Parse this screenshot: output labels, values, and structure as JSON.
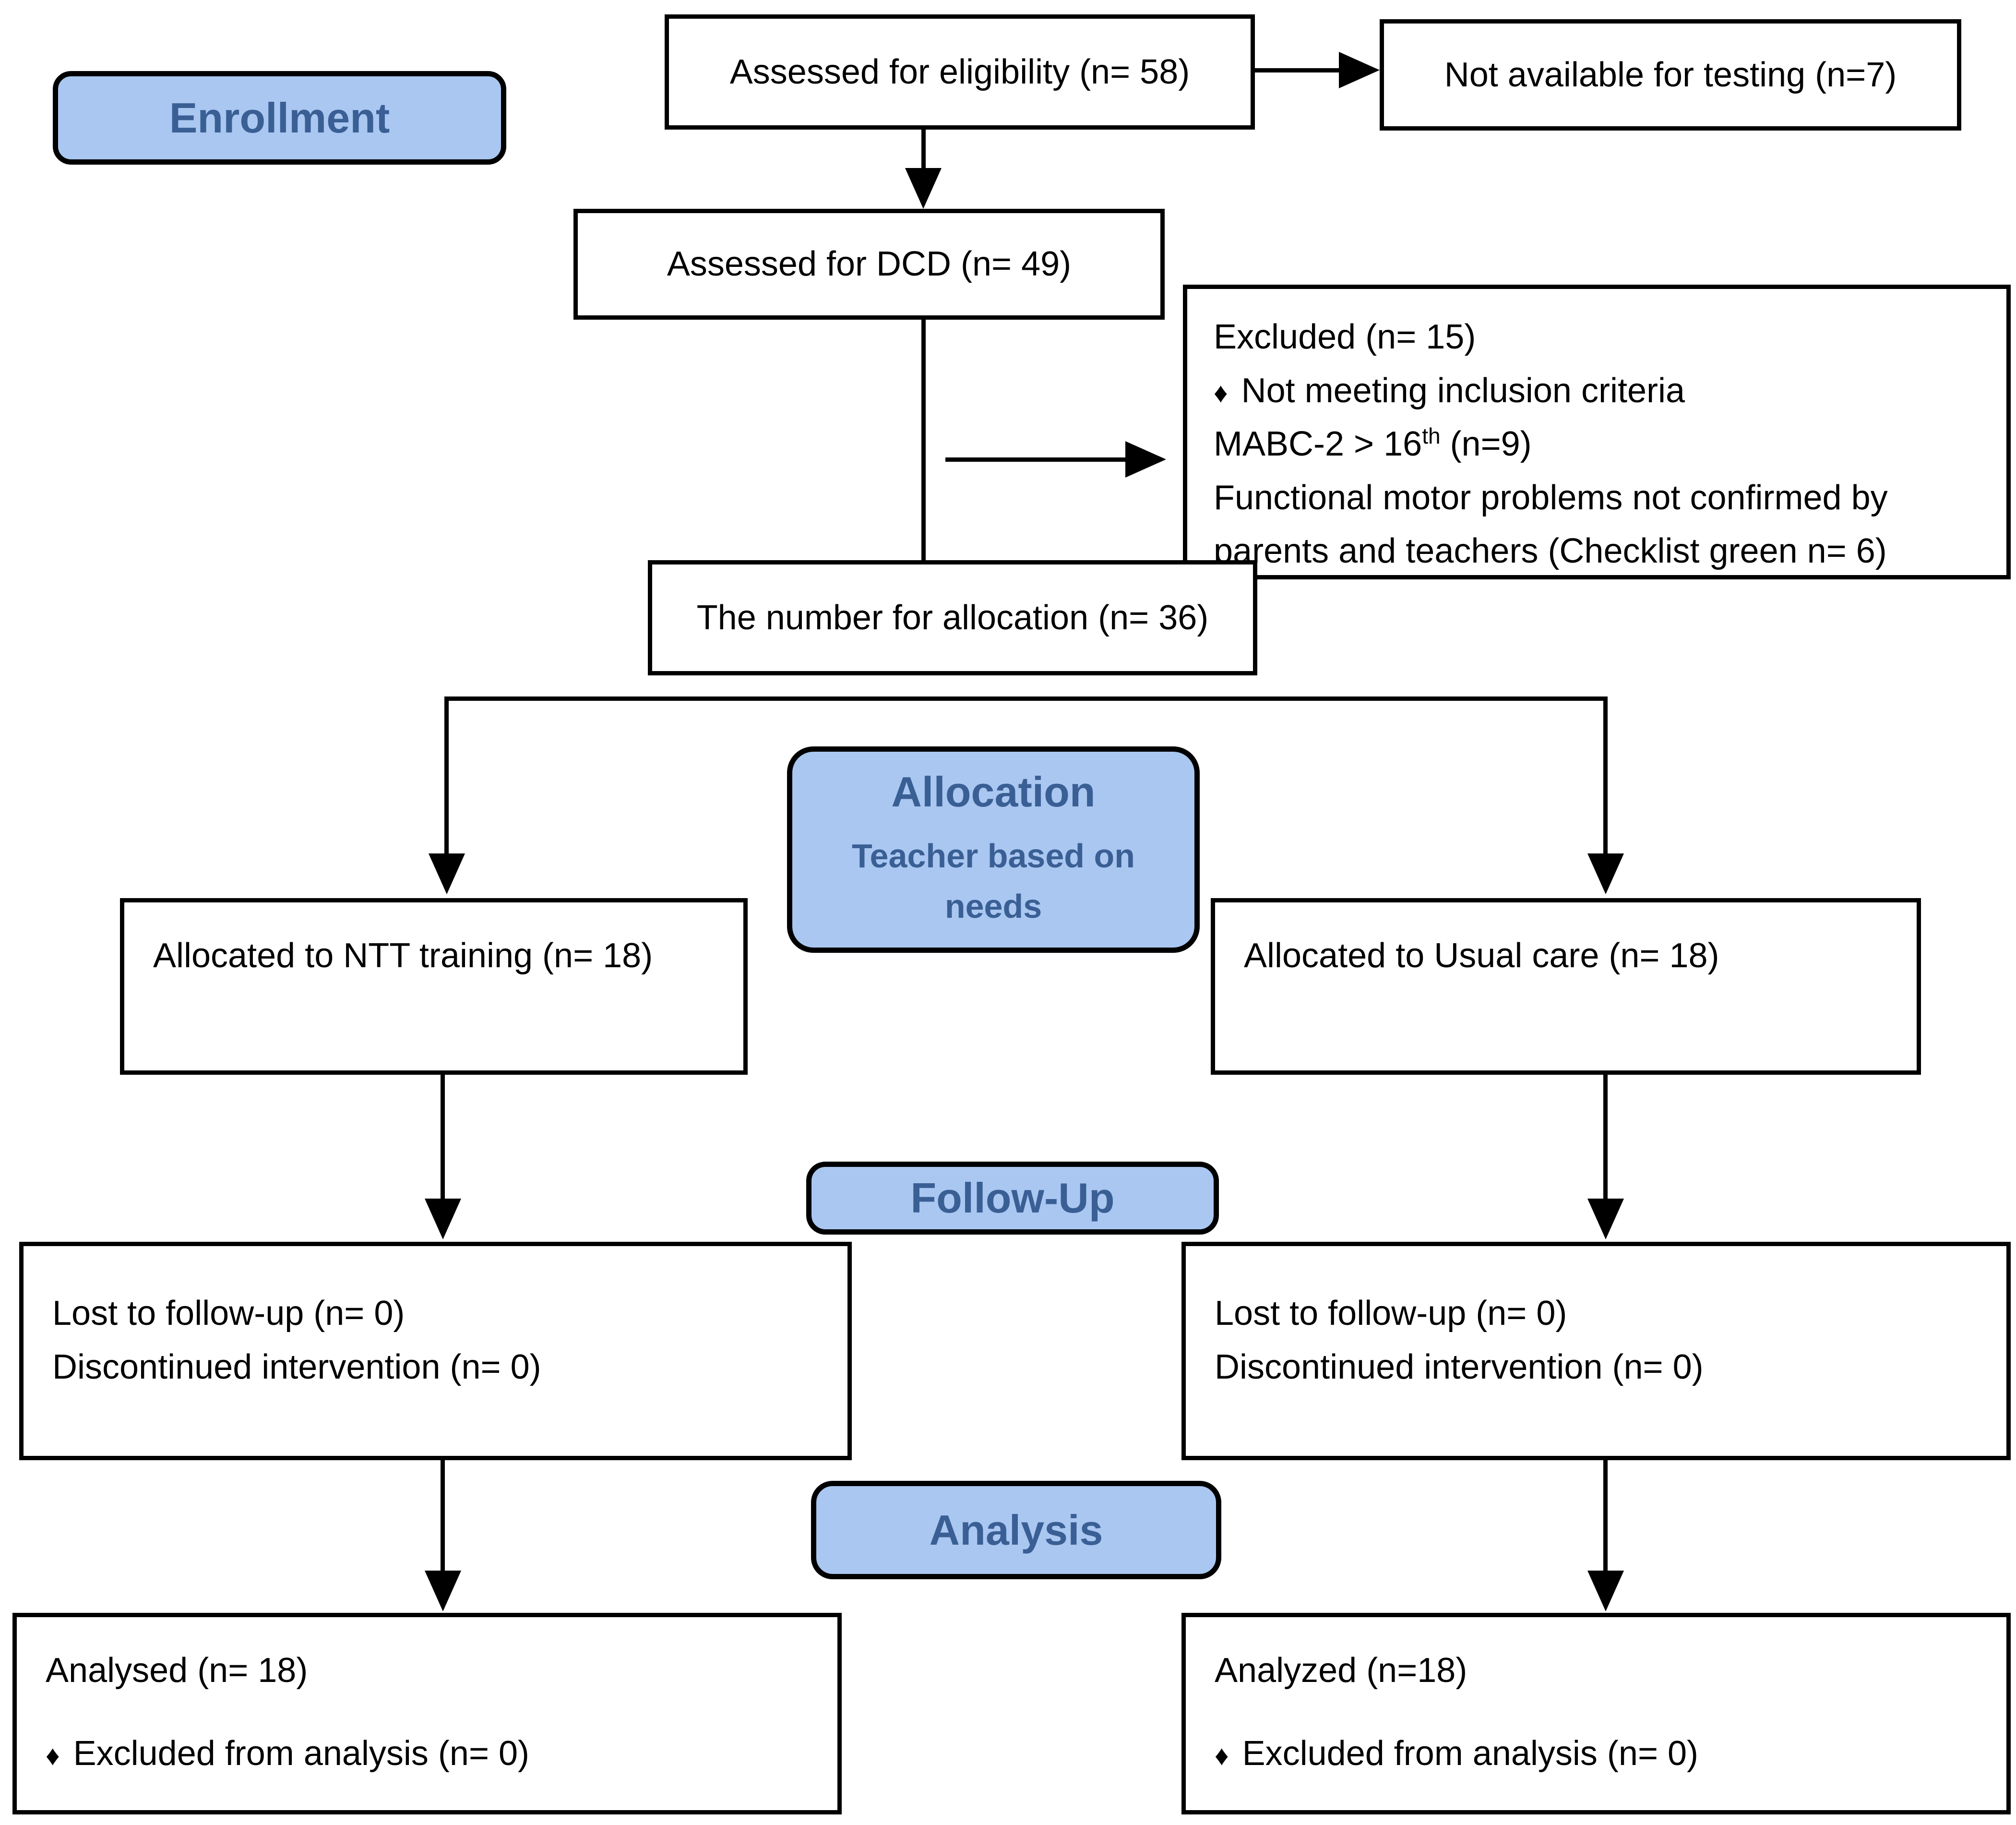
{
  "colors": {
    "stage_fill": "#a9c7f0",
    "stage_text": "#3a5f95",
    "box_border": "#000000",
    "background": "#ffffff"
  },
  "stages": {
    "enrollment": "Enrollment",
    "allocation": "Allocation",
    "allocation_subtitle": "Teacher based on needs",
    "followup": "Follow-Up",
    "analysis": "Analysis"
  },
  "boxes": {
    "eligibility": "Assessed for eligibility (n= 58)",
    "not_available": "Not available for testing (n=7)",
    "dcd": "Assessed for DCD (n= 49)",
    "excluded": {
      "line1": "Excluded (n= 15)",
      "line2_bullet": "♦",
      "line2": "Not meeting inclusion criteria",
      "line3_pre": "MABC-2 > 16",
      "line3_sup": "th",
      "line3_post": " (n=9)",
      "line4": "Functional motor problems not confirmed by parents and teachers (Checklist green n= 6)"
    },
    "number_allocation": "The number for allocation (n= 36)",
    "allocated_ntt": "Allocated to NTT training (n= 18)",
    "allocated_usual": "Allocated to Usual care (n= 18)",
    "followup_left": {
      "line1": "Lost to follow-up (n= 0)",
      "line2": "Discontinued intervention (n= 0)"
    },
    "followup_right": {
      "line1": "Lost to follow-up (n= 0)",
      "line2": "Discontinued intervention (n= 0)"
    },
    "analysis_left": {
      "line1": "Analysed (n= 18)",
      "line2_bullet": "♦",
      "line2": "Excluded from analysis (n= 0)"
    },
    "analysis_right": {
      "line1": "Analyzed (n=18)",
      "line2_bullet": "♦",
      "line2": "Excluded from analysis (n= 0)"
    }
  }
}
